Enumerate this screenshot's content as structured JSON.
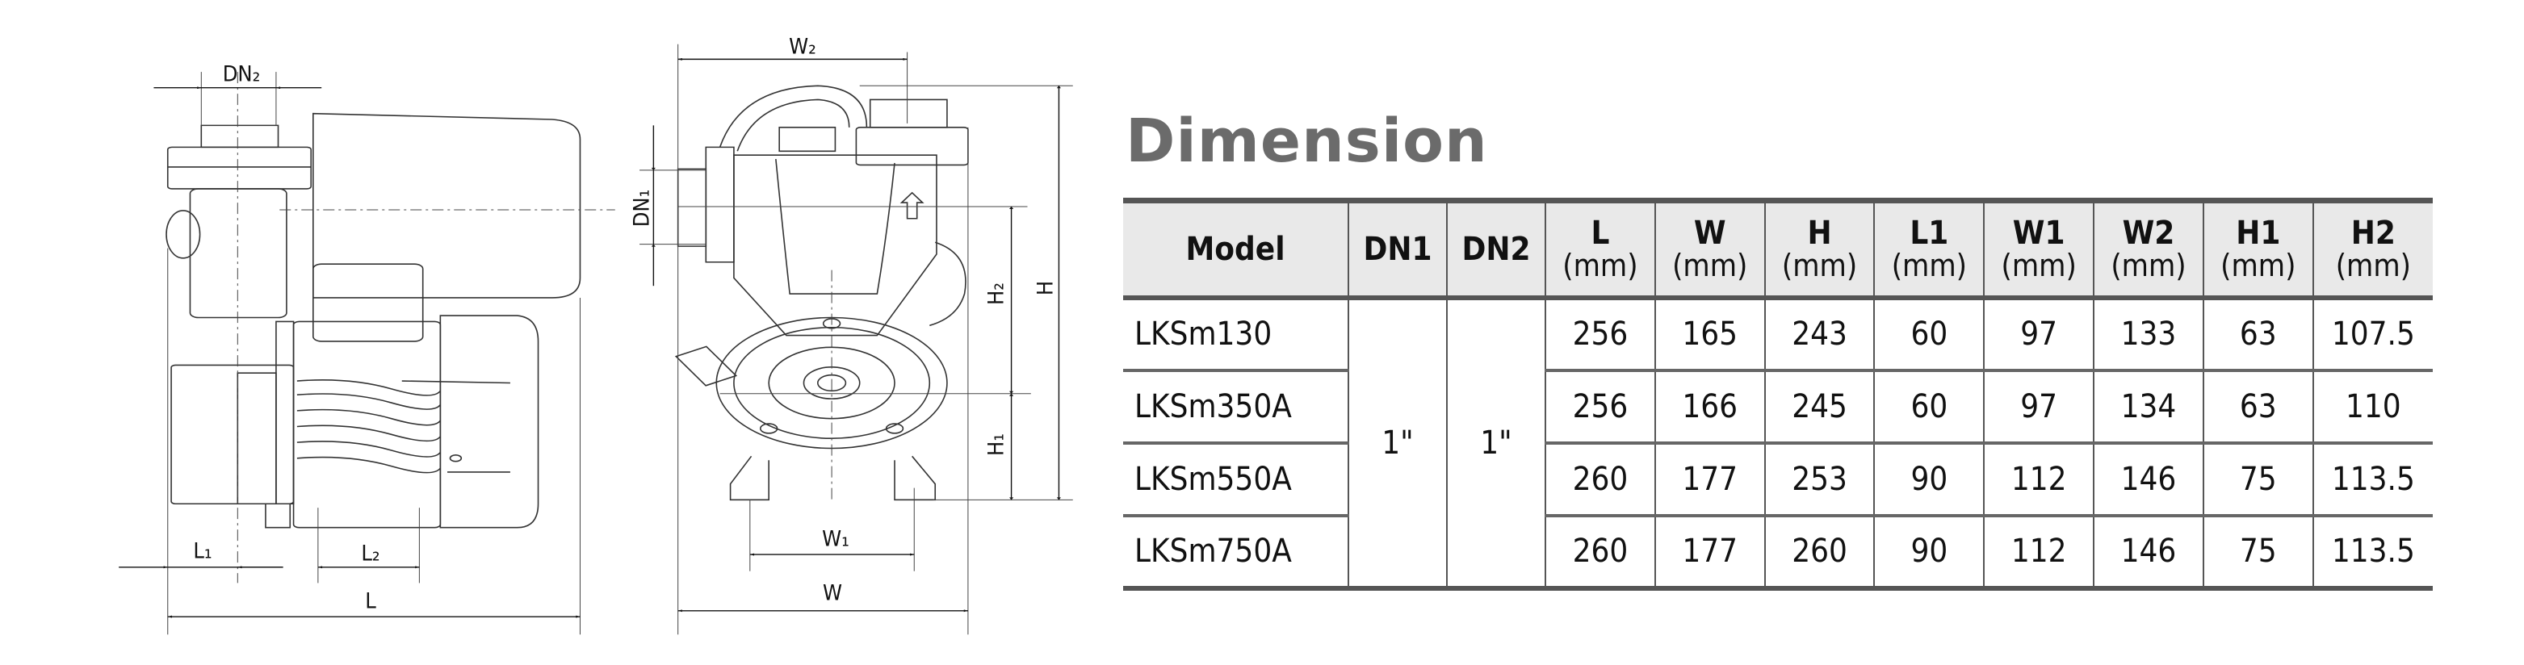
{
  "title": "Dimension",
  "drawing_labels": {
    "dn2": "DN₂",
    "l1": "L₁",
    "l2": "L₂",
    "l": "L",
    "w2": "W₂",
    "dn1": "DN₁",
    "h2": "H₂",
    "h": "H",
    "h1": "H₁",
    "w1": "W₁",
    "w": "W"
  },
  "table": {
    "headers": [
      {
        "label": "Model",
        "unit": ""
      },
      {
        "label": "DN1",
        "unit": ""
      },
      {
        "label": "DN2",
        "unit": ""
      },
      {
        "label": "L",
        "unit": "(mm)"
      },
      {
        "label": "W",
        "unit": "(mm)"
      },
      {
        "label": "H",
        "unit": "(mm)"
      },
      {
        "label": "L1",
        "unit": "(mm)"
      },
      {
        "label": "W1",
        "unit": "(mm)"
      },
      {
        "label": "W2",
        "unit": "(mm)"
      },
      {
        "label": "H1",
        "unit": "(mm)"
      },
      {
        "label": "H2",
        "unit": "(mm)"
      }
    ],
    "dn1": "1\"",
    "dn2": "1\"",
    "rows": [
      {
        "model": "LKSm130",
        "values": [
          "256",
          "165",
          "243",
          "60",
          "97",
          "133",
          "63",
          "107.5"
        ]
      },
      {
        "model": "LKSm350A",
        "values": [
          "256",
          "166",
          "245",
          "60",
          "97",
          "134",
          "63",
          "110"
        ]
      },
      {
        "model": "LKSm550A",
        "values": [
          "260",
          "177",
          "253",
          "90",
          "112",
          "146",
          "75",
          "113.5"
        ]
      },
      {
        "model": "LKSm750A",
        "values": [
          "260",
          "177",
          "260",
          "90",
          "112",
          "146",
          "75",
          "113.5"
        ]
      }
    ]
  }
}
